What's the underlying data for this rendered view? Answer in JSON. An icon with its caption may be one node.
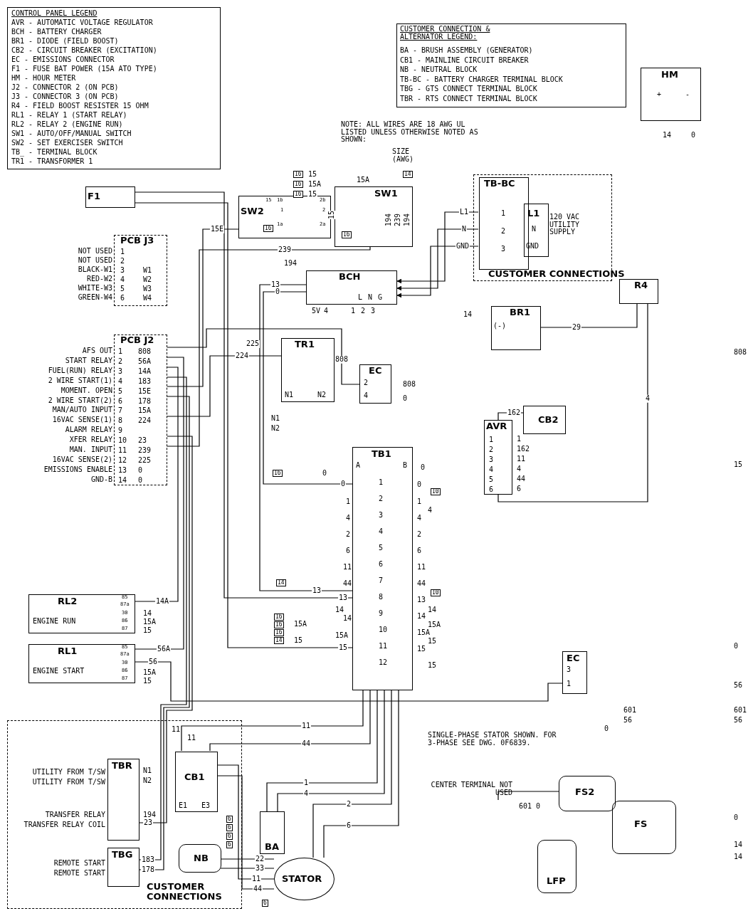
{
  "diagram": {
    "nodes": [
      {
        "text": [
          "CONTROL PANEL LEGEND",
          "AVR - AUTOMATIC VOLTAGE REGULATOR",
          "BCH - BATTERY CHARGER",
          "BR1 - DIODE (FIELD BOOST)",
          "CB2 - CIRCUIT BREAKER (EXCITATION)",
          "EC - EMISSIONS CONNECTOR",
          "F1 - FUSE BAT POWER (15A ATO TYPE)",
          "HM - HOUR METER",
          "J2 - CONNECTOR 2 (ON PCB)",
          "J3 - CONNECTOR 3 (ON PCB)",
          "R4 - FIELD BOOST RESISTER 15 OHM",
          "RL1 - RELAY 1 (START RELAY)",
          "RL2 - RELAY 2 (ENGINE RUN)",
          "SW1 - AUTO/OFF/MANUAL SWITCH",
          "SW2 - SET EXERCISER SWITCH",
          "TB_ - TERMINAL BLOCK",
          "TR1 - TRANSFORMER 1"
        ]
      },
      {
        "text": [
          "CUSTOMER CONNECTION & ALTERNATOR LEGEND:",
          "BA - BRUSH ASSEMBLY (GENERATOR)",
          "CB1 - MAINLINE CIRCUIT BREAKER",
          "NB - NEUTRAL BLOCK",
          "TB-BC - BATTERY CHARGER TERMINAL BLOCK",
          "TBG - GTS CONNECT TERMINAL BLOCK",
          "TBR - RTS CONNECT TERMINAL BLOCK"
        ]
      },
      {
        "text": [
          "HM"
        ]
      },
      {
        "text": [
          "F1"
        ]
      },
      {
        "text": [
          "PCB J3",
          "1",
          "2",
          "3",
          "4",
          "5",
          "6",
          "W1",
          "W2",
          "W3",
          "W4"
        ],
        "beside": [
          "NOT USED",
          "NOT USED",
          "BLACK-W1",
          "RED-W2",
          "WHITE-W3",
          "GREEN-W4"
        ]
      },
      {
        "text": [
          "PCB J2",
          "1",
          "2",
          "3",
          "4",
          "5",
          "6",
          "7",
          "8",
          "9",
          "10",
          "11",
          "12",
          "13",
          "14",
          "808",
          "56A",
          "14A",
          "183",
          "15E",
          "178",
          "15A",
          "224",
          "23",
          "239",
          "225",
          "0",
          "0"
        ],
        "beside": [
          "AFS OUT",
          "START RELAY",
          "FUEL(RUN) RELAY",
          "2 WIRE START(1)",
          "MOMENT. OPEN",
          "2 WIRE START(2)",
          "MAN/AUTO INPUT",
          "16VAC SENSE(1)",
          "ALARM RELAY",
          "XFER RELAY",
          "MAN. INPUT",
          "16VAC SENSE(2)",
          "EMISSIONS ENABLE",
          "GND-B"
        ]
      },
      {
        "text": [
          "SW2"
        ]
      },
      {
        "text": [
          "SW1"
        ]
      },
      {
        "text": [
          "BCH",
          "L",
          "N",
          "G"
        ],
        "beside": [
          "5V",
          "4",
          "1",
          "2",
          "3"
        ]
      },
      {
        "text": [
          "TR1",
          "N1",
          "N2"
        ]
      },
      {
        "text": [
          "EC",
          "2",
          "4"
        ]
      },
      {
        "text": [
          "CUSTOMER CONNECTIONS"
        ]
      },
      {
        "text": [
          "TB-BC",
          "1",
          "2",
          "3"
        ],
        "in": 11
      },
      {
        "text": [
          "L1",
          "N",
          "GND"
        ],
        "in": 11,
        "beside": [
          "120 VAC UTILITY SUPPLY"
        ]
      },
      {
        "text": [
          "R4"
        ]
      },
      {
        "text": [
          "BR1",
          "(-)"
        ]
      },
      {
        "text": [
          "AVR",
          "1",
          "2",
          "3",
          "4",
          "5",
          "6"
        ]
      },
      {
        "text": [
          "CB2"
        ]
      },
      {
        "text": [
          "TB1",
          "A",
          "B",
          "1",
          "2",
          "3",
          "4",
          "5",
          "6",
          "7",
          "8",
          "9",
          "10",
          "11",
          "12"
        ]
      },
      {
        "text": [
          "RL2",
          "ENGINE RUN"
        ]
      },
      {
        "text": [
          "RL1",
          "ENGINE START"
        ]
      },
      {
        "text": [
          "EC",
          "3",
          "1"
        ]
      },
      {
        "text": [
          "CUSTOMER CONNECTIONS"
        ]
      },
      {
        "text": [
          "TBR"
        ],
        "in": 22,
        "beside": [
          "UTILITY FROM T/SW",
          "UTILITY FROM T/SW",
          "TRANSFER RELAY",
          "TRANSFER RELAY COIL"
        ]
      },
      {
        "text": [
          "TBG"
        ],
        "in": 22,
        "beside": [
          "REMOTE START",
          "REMOTE START"
        ]
      },
      {
        "text": [
          "CB1",
          "E1",
          "E3"
        ],
        "in": 22
      },
      {
        "text": [
          "NB"
        ],
        "in": 22
      },
      {
        "text": [
          "BA"
        ]
      },
      {
        "text": [
          "STATOR"
        ]
      },
      {
        "text": [
          "FS2"
        ]
      },
      {
        "text": [
          "FS"
        ]
      },
      {
        "text": [
          "LFP"
        ]
      },
      {
        "text": [
          "CENTER TERMINAL NOT USED"
        ]
      }
    ],
    "edges": [
      {
        "from": 3,
        "to": 18,
        "label": "13",
        "arrow": "none"
      },
      {
        "from": 3,
        "to": 18,
        "label": "15",
        "arrow": "none"
      },
      {
        "from": 5,
        "to": 10,
        "label": "808",
        "arrow": "none"
      },
      {
        "from": 9,
        "to": 5,
        "label": "224",
        "arrow": "none"
      },
      {
        "from": 7,
        "to": 5,
        "label": "239",
        "arrow": "none"
      },
      {
        "from": 6,
        "to": 5,
        "label": "15E",
        "arrow": "none"
      },
      {
        "from": 12,
        "to": 8,
        "label": "L1",
        "arrow": "to"
      },
      {
        "from": 12,
        "to": 8,
        "label": "N",
        "arrow": "to"
      },
      {
        "from": 12,
        "to": 8,
        "label": "GND",
        "arrow": "to"
      },
      {
        "from": 8,
        "to": 18,
        "label": "13",
        "arrow": "none"
      },
      {
        "from": 8,
        "to": 18,
        "label": "0",
        "arrow": "none"
      },
      {
        "from": 15,
        "to": 14,
        "label": "29",
        "arrow": "none"
      },
      {
        "from": 14,
        "to": 16,
        "label": "4",
        "arrow": "none"
      },
      {
        "from": 17,
        "to": 16,
        "label": "162",
        "arrow": "none"
      },
      {
        "from": 5,
        "to": 19,
        "label": "14A",
        "arrow": "none"
      },
      {
        "from": 5,
        "to": 20,
        "label": "56A",
        "arrow": "none"
      },
      {
        "from": 20,
        "to": 21,
        "label": "56",
        "arrow": "none"
      },
      {
        "from": 24,
        "to": 5,
        "label": "183",
        "arrow": "none"
      },
      {
        "from": 24,
        "to": 5,
        "label": "178",
        "arrow": "none"
      },
      {
        "from": 23,
        "to": 5,
        "label": "23",
        "arrow": "none"
      },
      {
        "from": 25,
        "to": 28,
        "label": "11",
        "arrow": "none"
      },
      {
        "from": 25,
        "to": 28,
        "label": "44",
        "arrow": "none"
      },
      {
        "from": 25,
        "to": 18,
        "label": "11",
        "arrow": "none"
      },
      {
        "from": 25,
        "to": 18,
        "label": "44",
        "arrow": "none"
      },
      {
        "from": 26,
        "to": 28,
        "label": "22",
        "arrow": "none"
      },
      {
        "from": 26,
        "to": 28,
        "label": "33",
        "arrow": "none"
      },
      {
        "from": 27,
        "to": 18,
        "label": "1",
        "arrow": "none"
      },
      {
        "from": 27,
        "to": 18,
        "label": "4",
        "arrow": "none"
      },
      {
        "from": 28,
        "to": 18,
        "label": "2",
        "arrow": "none"
      },
      {
        "from": 28,
        "to": 18,
        "label": "6",
        "arrow": "none"
      },
      {
        "from": 32,
        "to": 29,
        "arrow": "none"
      }
    ],
    "labels": [
      "NOTE: ALL WIRES ARE 18 AWG UL LISTED UNLESS OTHERWISE NOTED AS SHOWN:",
      "SIZE (AWG)",
      "14",
      "+",
      "-",
      "14",
      "0",
      "SINGLE-PHASE STATOR SHOWN. FOR 3-PHASE SEE DWG. 0F6839.",
      "16",
      "15",
      "16",
      "15A",
      "16",
      "15",
      "15A",
      "16",
      "16",
      "194",
      "13",
      "0",
      "225",
      "16",
      "0",
      "1",
      "4",
      "2",
      "6",
      "11",
      "14",
      "44",
      "14",
      "16",
      "14",
      "16",
      "15A",
      "16",
      "15A",
      "14",
      "15",
      "0",
      "0",
      "10",
      "1",
      "4",
      "4",
      "2",
      "6",
      "11",
      "44",
      "10",
      "13",
      "14",
      "14",
      "15A",
      "15A",
      "15",
      "15",
      "15",
      "1",
      "162",
      "11",
      "4",
      "44",
      "6",
      "808",
      "808",
      "0",
      "15",
      "0",
      "56",
      "601",
      "601",
      "56",
      "56",
      "0",
      "601",
      "0",
      "0",
      "14",
      "14",
      "14",
      "85",
      "87a",
      "30",
      "86",
      "87",
      "14",
      "15A",
      "15",
      "85",
      "87a",
      "30",
      "86",
      "87",
      "15A",
      "15",
      "11",
      "11",
      "6",
      "6",
      "6",
      "6",
      "6",
      "N1",
      "N2",
      "194",
      "N1",
      "N2",
      "194",
      "239",
      "194",
      "15",
      "15",
      "1b",
      "2b",
      "1",
      "2",
      "1a",
      "2a"
    ]
  }
}
